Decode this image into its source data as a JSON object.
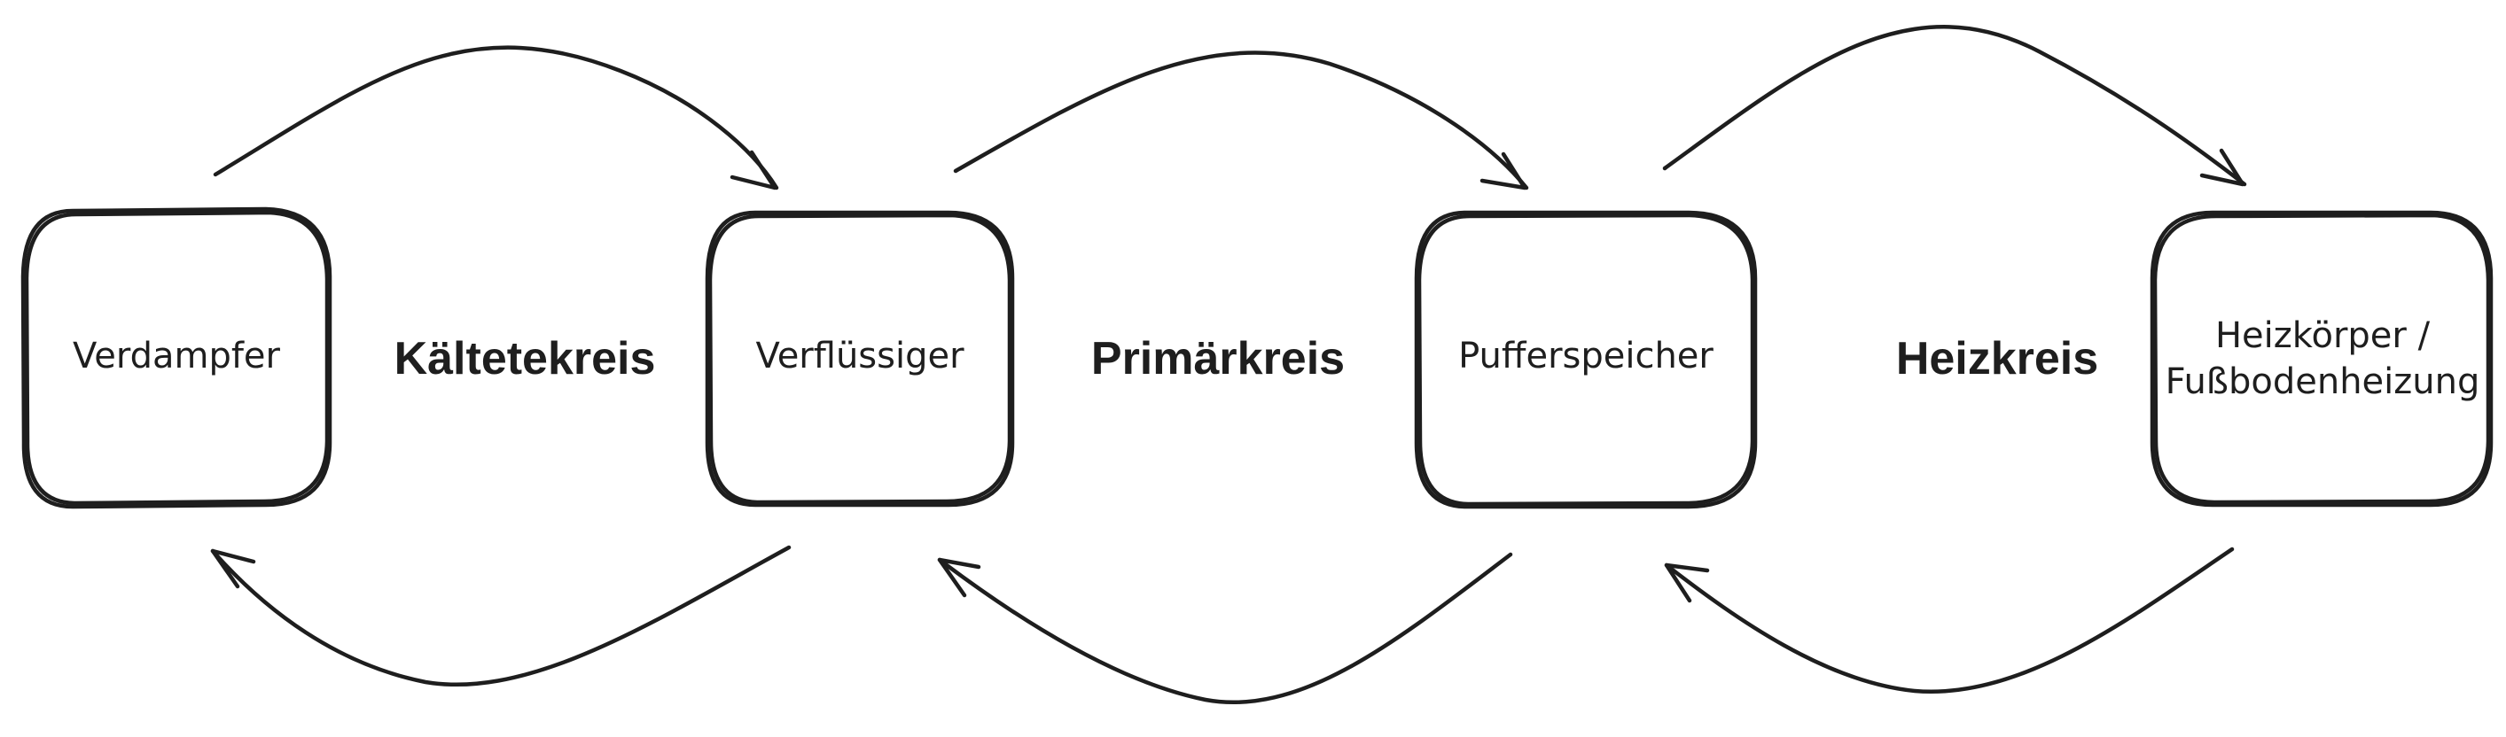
{
  "components": [
    {
      "id": "verdampfer",
      "label": [
        "Verdampfer"
      ]
    },
    {
      "id": "verfluessiger",
      "label": [
        "Verflüssiger"
      ]
    },
    {
      "id": "pufferspeicher",
      "label": [
        "Pufferspeicher"
      ]
    },
    {
      "id": "heizkoerper",
      "label": [
        "Heizkörper /",
        "Fußbodenheizung"
      ]
    }
  ],
  "circuits": [
    {
      "id": "kaeltekreis",
      "label": "Kältetekreis"
    },
    {
      "id": "primaerkreis",
      "label": "Primärkreis"
    },
    {
      "id": "heizkreis",
      "label": "Heizkreis"
    }
  ]
}
